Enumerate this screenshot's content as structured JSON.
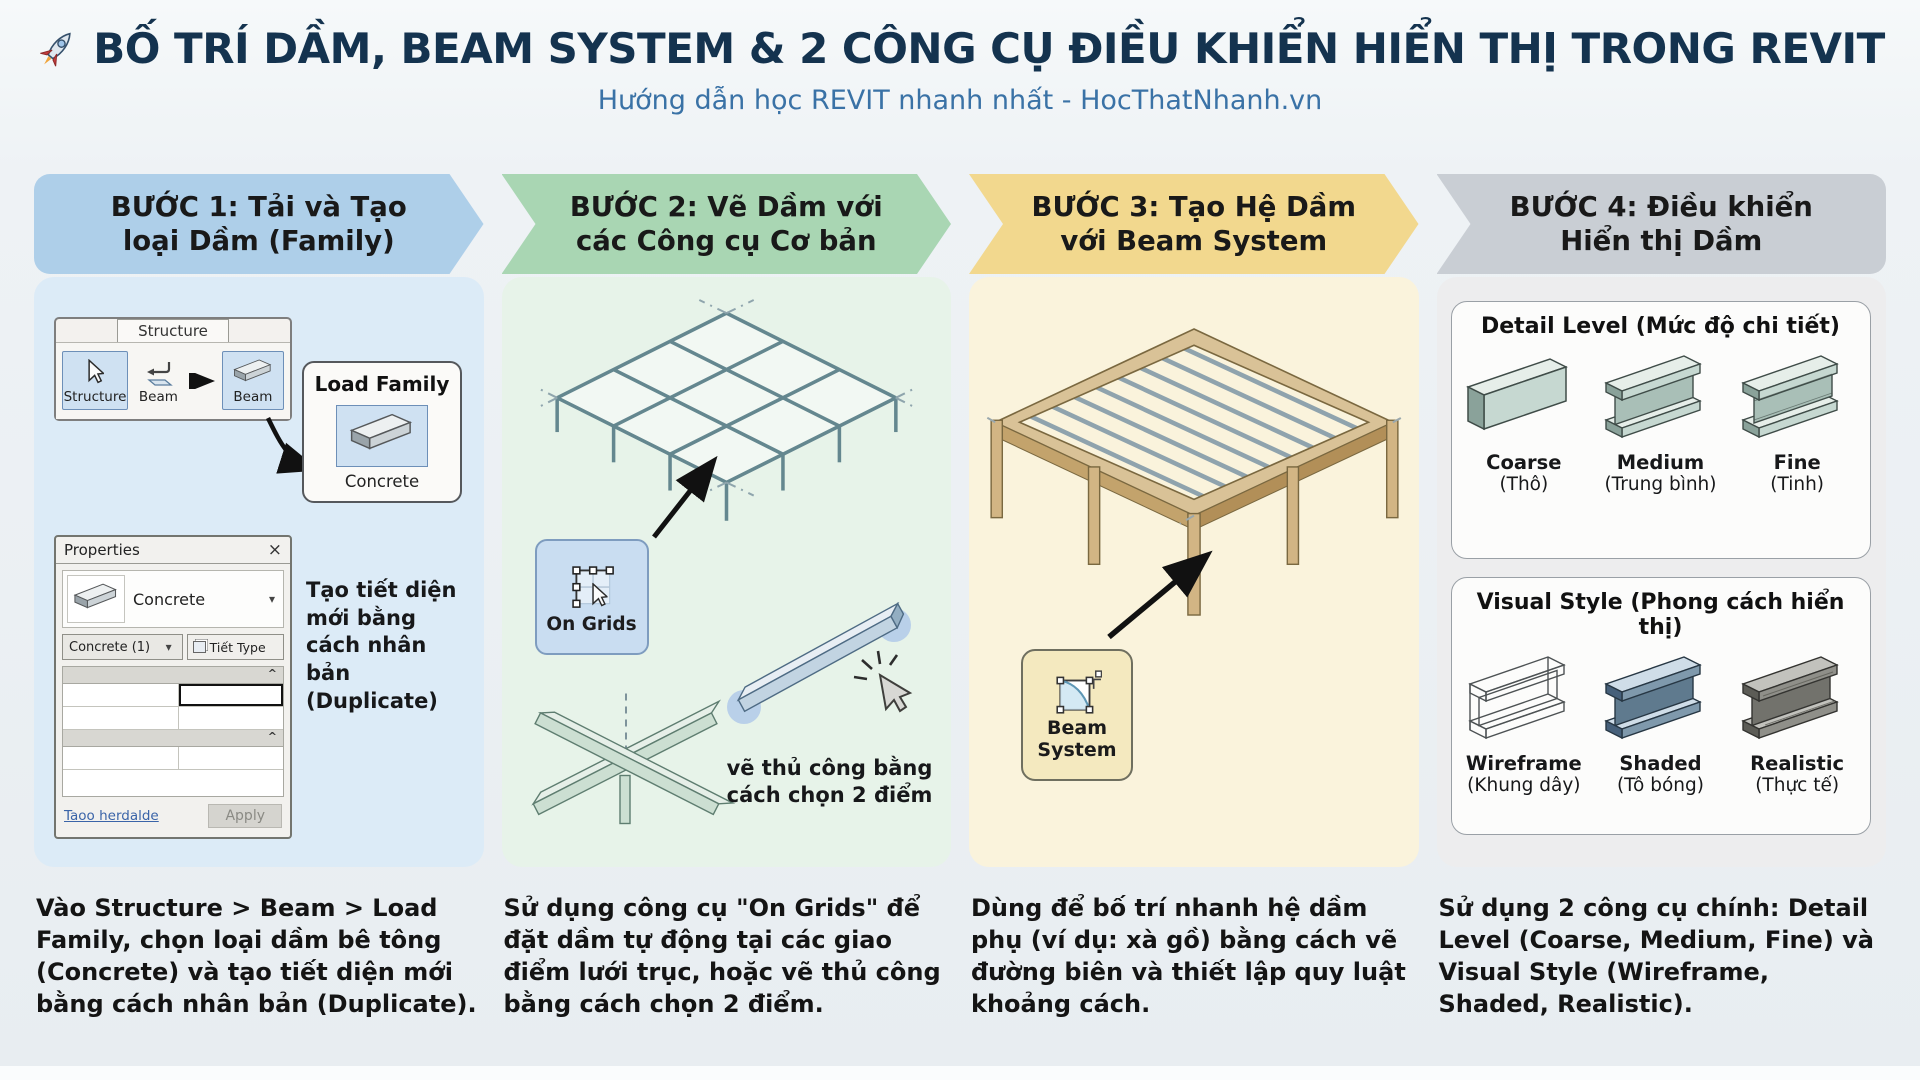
{
  "header": {
    "rocket_icon": "🚀",
    "title": "BỐ TRÍ DẦM, BEAM SYSTEM & 2 CÔNG CỤ ĐIỀU KHIỂN HIỂN THỊ TRONG REVIT",
    "subtitle": "Hướng dẫn học REVIT nhanh nhất - HocThatNhanh.vn"
  },
  "colors": {
    "title": "#14334f",
    "subtitle": "#3a72a6",
    "arrow": "#111111"
  },
  "steps": [
    {
      "line1": "BƯỚC 1: Tải và Tạo",
      "line2": "loại Dầm (Family)",
      "banner_color": "#aecfe9",
      "panel_color": "#dcebf7"
    },
    {
      "line1": "BƯỚC 2: Vẽ Dầm với",
      "line2": "các Công cụ Cơ bản",
      "banner_color": "#a9d6b3",
      "panel_color": "#e7f3e9"
    },
    {
      "line1": "BƯỚC 3: Tạo Hệ Dầm",
      "line2": "với Beam System",
      "banner_color": "#f2d88e",
      "panel_color": "#faf3dc"
    },
    {
      "line1": "BƯỚC 4: Điều khiển",
      "line2": "Hiển thị Dầm",
      "banner_color": "#c9ced4",
      "panel_color": "#ededee"
    }
  ],
  "step1": {
    "ribbon": {
      "tab": "Structure",
      "button1": "Structure",
      "button2": "Beam",
      "button3": "Beam"
    },
    "load_family": {
      "title": "Load Family",
      "caption": "Concrete"
    },
    "properties": {
      "title": "Properties",
      "close": "×",
      "type_name": "Concrete",
      "caret_down": "▾",
      "instance": "Concrete (1)",
      "edit_type": "Tiết Type",
      "collapse_caret": "^",
      "help_link": "Taoo herdalde",
      "apply": "Apply"
    },
    "note": "Tạo tiết diện mới bằng cách nhân bản (Duplicate)"
  },
  "step2": {
    "tool": "On Grids",
    "note": "vẽ thủ công bằng cách chọn 2 điểm"
  },
  "step3": {
    "tool_line1": "Beam",
    "tool_line2": "System"
  },
  "step4": {
    "detail_level": {
      "title": "Detail Level (Mức độ chi tiết)",
      "items": [
        {
          "en": "Coarse",
          "vi": "(Thô)"
        },
        {
          "en": "Medium",
          "vi": "(Trung bình)"
        },
        {
          "en": "Fine",
          "vi": "(Tinh)"
        }
      ]
    },
    "visual_style": {
      "title": "Visual Style (Phong cách hiển thị)",
      "items": [
        {
          "en": "Wireframe",
          "vi": "(Khung dây)"
        },
        {
          "en": "Shaded",
          "vi": "(Tô bóng)"
        },
        {
          "en": "Realistic",
          "vi": "(Thực tế)"
        }
      ]
    }
  },
  "footers": [
    {
      "pre": "Vào ",
      "bold": "Structure > Beam > Load Family,",
      "post": " chọn loại dầm bê tông (Concrete) và tạo tiết diện mới bằng cách nhân bản (Duplicate)."
    },
    {
      "pre": "Sử dụng công cụ ",
      "bold": "\"On Grids\"",
      "post": " để đặt dầm tự động tại các giao điểm lưới trục, hoặc vẽ thủ công bằng cách chọn 2 điểm."
    },
    {
      "pre": "Dùng để bố trí nhanh hệ dầm phụ (ví dụ: xà gồ) bằng cách vẽ đường biên và thiết lập quy luật khoảng cách.",
      "bold": "",
      "post": ""
    },
    {
      "pre": "Sử dụng 2 công cụ chính: Detail Level (Coarse, Medium, Fine) và Visual Style (Wireframe, Shaded, Realistic).",
      "bold": "",
      "post": ""
    }
  ]
}
